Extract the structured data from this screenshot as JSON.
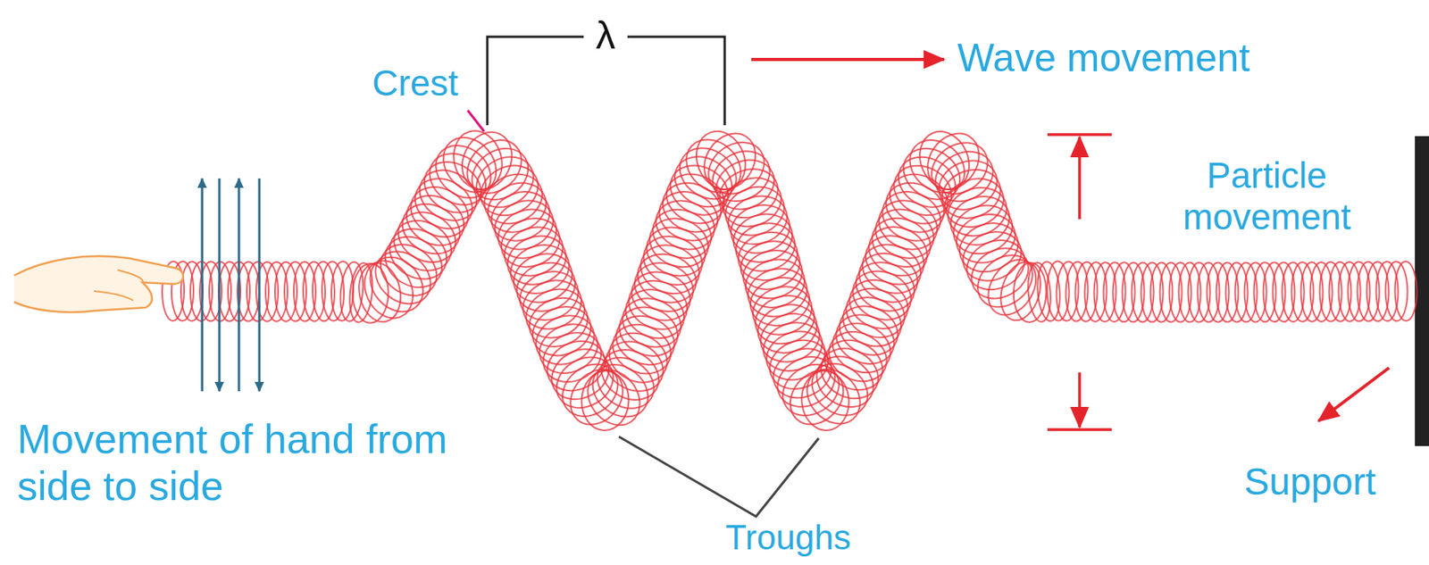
{
  "diagram": {
    "labels": [
      "λ",
      "Crest",
      "Wave movement",
      "Particle movement",
      "Movement of hand from side to side",
      "Troughs",
      "Support"
    ]
  }
}
